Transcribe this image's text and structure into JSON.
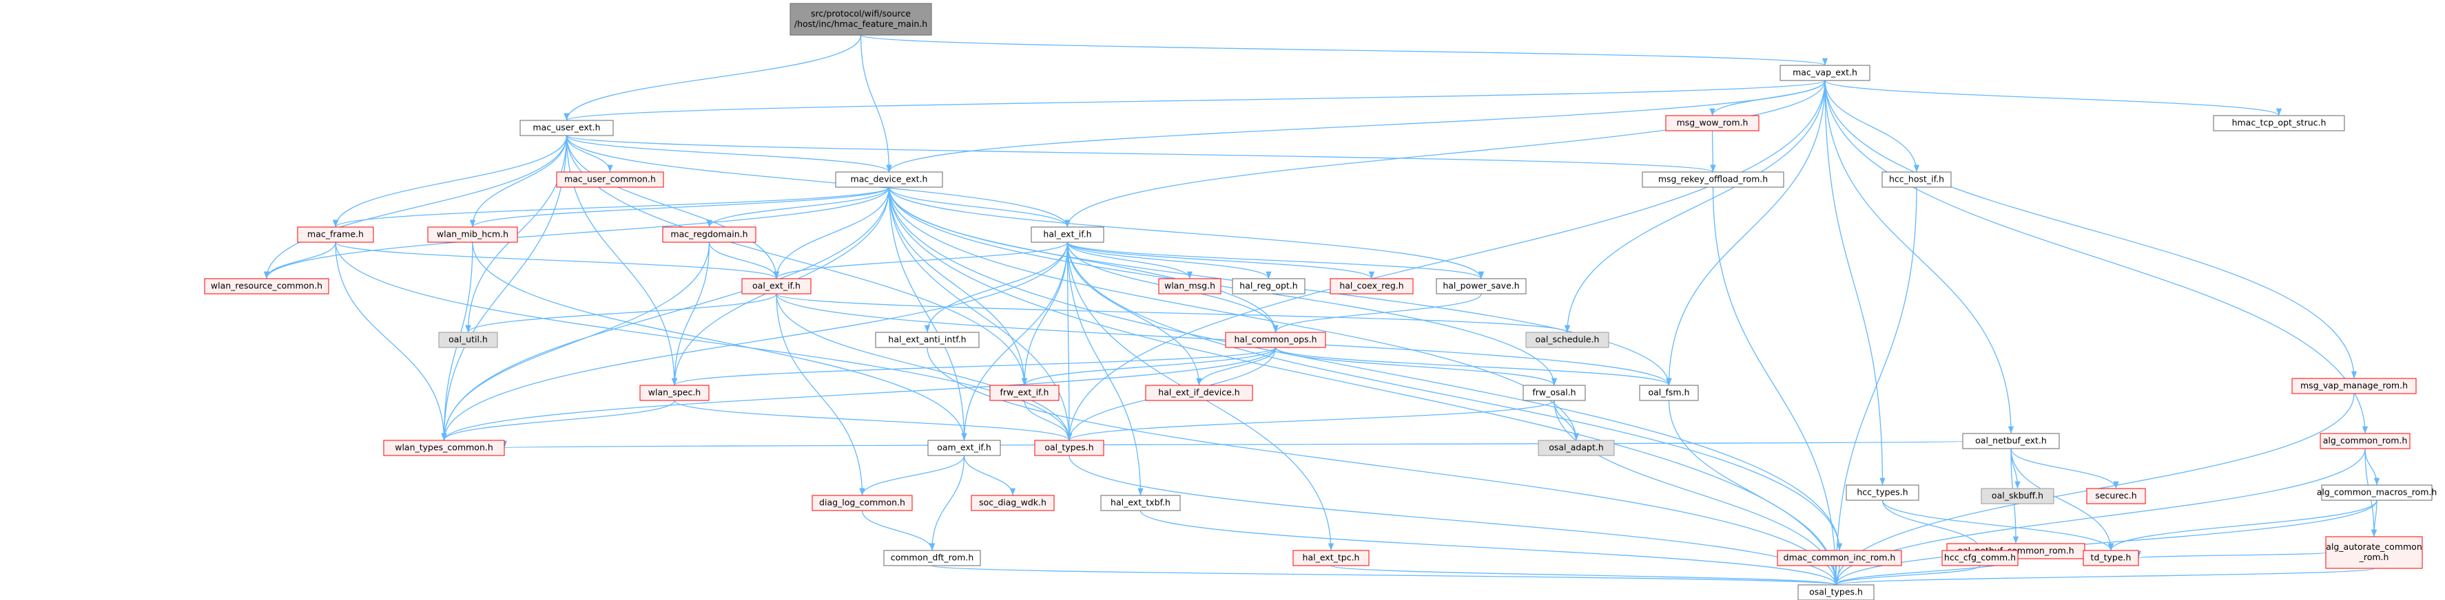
{
  "colors": {
    "edge": "#63b8ff",
    "root_fill": "#999999",
    "plain_border": "#666666",
    "truncated_border": "#ff0000",
    "truncated_fill": "#fff0f0",
    "external_fill": "#e0e0e0",
    "external_border": "#999999"
  },
  "nodes": [
    {
      "id": "root",
      "label": [
        "src/protocol/wifi/source",
        "/host/inc/hmac_feature_main.h"
      ],
      "style": "root"
    },
    {
      "id": "mac_vap_ext",
      "label": [
        "mac_vap_ext.h"
      ],
      "style": "plain"
    },
    {
      "id": "mac_user_ext",
      "label": [
        "mac_user_ext.h"
      ],
      "style": "plain"
    },
    {
      "id": "msg_wow_rom",
      "label": [
        "msg_wow_rom.h"
      ],
      "style": "red"
    },
    {
      "id": "hmac_tcp_opt",
      "label": [
        "hmac_tcp_opt_struc.h"
      ],
      "style": "plain"
    },
    {
      "id": "mac_device_ext",
      "label": [
        "mac_device_ext.h"
      ],
      "style": "plain"
    },
    {
      "id": "mac_user_common",
      "label": [
        "mac_user_common.h"
      ],
      "style": "red"
    },
    {
      "id": "msg_rekey",
      "label": [
        "msg_rekey_offload_rom.h"
      ],
      "style": "plain"
    },
    {
      "id": "hcc_host_if",
      "label": [
        "hcc_host_if.h"
      ],
      "style": "plain"
    },
    {
      "id": "mac_frame",
      "label": [
        "mac_frame.h"
      ],
      "style": "red"
    },
    {
      "id": "wlan_mib_hcm",
      "label": [
        "wlan_mib_hcm.h"
      ],
      "style": "red"
    },
    {
      "id": "mac_regdomain",
      "label": [
        "mac_regdomain.h"
      ],
      "style": "red"
    },
    {
      "id": "hal_ext_if",
      "label": [
        "hal_ext_if.h"
      ],
      "style": "plain"
    },
    {
      "id": "wlan_resource",
      "label": [
        "wlan_resource_common.h"
      ],
      "style": "red"
    },
    {
      "id": "oal_ext_if",
      "label": [
        "oal_ext_if.h"
      ],
      "style": "red"
    },
    {
      "id": "wlan_msg",
      "label": [
        "wlan_msg.h"
      ],
      "style": "red"
    },
    {
      "id": "hal_reg_opt",
      "label": [
        "hal_reg_opt.h"
      ],
      "style": "plain"
    },
    {
      "id": "hal_coex_reg",
      "label": [
        "hal_coex_reg.h"
      ],
      "style": "red"
    },
    {
      "id": "hal_power_save",
      "label": [
        "hal_power_save.h"
      ],
      "style": "plain"
    },
    {
      "id": "oal_util",
      "label": [
        "oal_util.h"
      ],
      "style": "gray"
    },
    {
      "id": "hal_ext_anti",
      "label": [
        "hal_ext_anti_intf.h"
      ],
      "style": "plain"
    },
    {
      "id": "oal_schedule",
      "label": [
        "oal_schedule.h"
      ],
      "style": "gray"
    },
    {
      "id": "hal_common_ops",
      "label": [
        "hal_common_ops.h"
      ],
      "style": "red"
    },
    {
      "id": "wlan_spec",
      "label": [
        "wlan_spec.h"
      ],
      "style": "red"
    },
    {
      "id": "frw_ext_if",
      "label": [
        "frw_ext_if.h"
      ],
      "style": "red"
    },
    {
      "id": "hal_ext_if_device",
      "label": [
        "hal_ext_if_device.h"
      ],
      "style": "red"
    },
    {
      "id": "frw_osal",
      "label": [
        "frw_osal.h"
      ],
      "style": "plain"
    },
    {
      "id": "oal_fsm",
      "label": [
        "oal_fsm.h"
      ],
      "style": "plain"
    },
    {
      "id": "wlan_types_common",
      "label": [
        "wlan_types_common.h"
      ],
      "style": "red"
    },
    {
      "id": "oam_ext_if",
      "label": [
        "oam_ext_if.h"
      ],
      "style": "plain"
    },
    {
      "id": "oal_types",
      "label": [
        "oal_types.h"
      ],
      "style": "red"
    },
    {
      "id": "osal_adapt",
      "label": [
        "osal_adapt.h"
      ],
      "style": "gray"
    },
    {
      "id": "diag_log_common",
      "label": [
        "diag_log_common.h"
      ],
      "style": "red"
    },
    {
      "id": "soc_diag_wdk",
      "label": [
        "soc_diag_wdk.h"
      ],
      "style": "red"
    },
    {
      "id": "hal_ext_txbf",
      "label": [
        "hal_ext_txbf.h"
      ],
      "style": "plain"
    },
    {
      "id": "common_dft_rom",
      "label": [
        "common_dft_rom.h"
      ],
      "style": "plain"
    },
    {
      "id": "hal_ext_tpc",
      "label": [
        "hal_ext_tpc.h"
      ],
      "style": "red"
    },
    {
      "id": "dmac_common_inc",
      "label": [
        "dmac_common_inc_rom.h"
      ],
      "style": "red"
    },
    {
      "id": "osal_types",
      "label": [
        "osal_types.h"
      ],
      "style": "plain"
    },
    {
      "id": "oal_netbuf_ext",
      "label": [
        "oal_netbuf_ext.h"
      ],
      "style": "plain"
    },
    {
      "id": "oal_skbuff",
      "label": [
        "oal_skbuff.h"
      ],
      "style": "gray"
    },
    {
      "id": "securec",
      "label": [
        "securec.h"
      ],
      "style": "red"
    },
    {
      "id": "oal_netbuf_common",
      "label": [
        "oal_netbuf_common_rom.h"
      ],
      "style": "red"
    },
    {
      "id": "hcc_types",
      "label": [
        "hcc_types.h"
      ],
      "style": "plain"
    },
    {
      "id": "hcc_cfg_comm",
      "label": [
        "hcc_cfg_comm.h"
      ],
      "style": "red"
    },
    {
      "id": "td_type",
      "label": [
        "td_type.h"
      ],
      "style": "red"
    },
    {
      "id": "alg_common_rom",
      "label": [
        "alg_common_rom.h"
      ],
      "style": "red"
    },
    {
      "id": "alg_common_macros",
      "label": [
        "alg_common_macros_rom.h"
      ],
      "style": "plain"
    },
    {
      "id": "alg_autorate",
      "label": [
        "alg_autorate_common",
        "_rom.h"
      ],
      "style": "red"
    },
    {
      "id": "msg_vap_manage",
      "label": [
        "msg_vap_manage_rom.h"
      ],
      "style": "red"
    }
  ],
  "edges": [
    [
      "root",
      "mac_vap_ext"
    ],
    [
      "root",
      "mac_user_ext"
    ],
    [
      "root",
      "mac_device_ext"
    ],
    [
      "mac_vap_ext",
      "mac_user_ext"
    ],
    [
      "mac_vap_ext",
      "msg_wow_rom"
    ],
    [
      "mac_vap_ext",
      "hmac_tcp_opt"
    ],
    [
      "mac_vap_ext",
      "mac_device_ext"
    ],
    [
      "mac_vap_ext",
      "hcc_host_if"
    ],
    [
      "mac_vap_ext",
      "hal_ext_if"
    ],
    [
      "mac_vap_ext",
      "oal_schedule"
    ],
    [
      "mac_vap_ext",
      "oal_fsm"
    ],
    [
      "mac_vap_ext",
      "oal_types"
    ],
    [
      "mac_vap_ext",
      "oal_netbuf_ext"
    ],
    [
      "mac_vap_ext",
      "hcc_types"
    ],
    [
      "mac_vap_ext",
      "alg_common_rom"
    ],
    [
      "mac_vap_ext",
      "msg_vap_manage"
    ],
    [
      "msg_wow_rom",
      "msg_rekey"
    ],
    [
      "mac_user_ext",
      "mac_device_ext"
    ],
    [
      "mac_user_ext",
      "mac_user_common"
    ],
    [
      "mac_user_ext",
      "msg_rekey"
    ],
    [
      "mac_user_ext",
      "mac_frame"
    ],
    [
      "mac_user_ext",
      "wlan_mib_hcm"
    ],
    [
      "mac_user_ext",
      "hal_ext_if"
    ],
    [
      "mac_user_ext",
      "wlan_resource"
    ],
    [
      "mac_user_ext",
      "oal_ext_if"
    ],
    [
      "mac_user_ext",
      "oal_util"
    ],
    [
      "mac_user_ext",
      "wlan_spec"
    ],
    [
      "mac_user_ext",
      "frw_ext_if"
    ],
    [
      "mac_user_ext",
      "wlan_types_common"
    ],
    [
      "mac_device_ext",
      "mac_frame"
    ],
    [
      "mac_device_ext",
      "wlan_mib_hcm"
    ],
    [
      "mac_device_ext",
      "mac_regdomain"
    ],
    [
      "mac_device_ext",
      "hal_ext_if"
    ],
    [
      "mac_device_ext",
      "wlan_resource"
    ],
    [
      "mac_device_ext",
      "oal_ext_if"
    ],
    [
      "mac_device_ext",
      "wlan_spec"
    ],
    [
      "mac_device_ext",
      "frw_ext_if"
    ],
    [
      "mac_device_ext",
      "wlan_types_common"
    ],
    [
      "mac_device_ext",
      "oam_ext_if"
    ],
    [
      "mac_device_ext",
      "oal_types"
    ],
    [
      "mac_device_ext",
      "frw_osal"
    ],
    [
      "mac_device_ext",
      "osal_adapt"
    ],
    [
      "mac_device_ext",
      "hal_common_ops"
    ],
    [
      "mac_device_ext",
      "osal_types"
    ],
    [
      "mac_device_ext",
      "oal_fsm"
    ],
    [
      "mac_device_ext",
      "hal_power_save"
    ],
    [
      "mac_device_ext",
      "dmac_common_inc"
    ],
    [
      "msg_rekey",
      "osal_types"
    ],
    [
      "hcc_host_if",
      "osal_types"
    ],
    [
      "mac_frame",
      "wlan_resource"
    ],
    [
      "mac_frame",
      "oal_ext_if"
    ],
    [
      "mac_frame",
      "wlan_types_common"
    ],
    [
      "mac_frame",
      "oal_types"
    ],
    [
      "wlan_mib_hcm",
      "wlan_types_common"
    ],
    [
      "wlan_mib_hcm",
      "oam_ext_if"
    ],
    [
      "mac_regdomain",
      "oal_ext_if"
    ],
    [
      "mac_regdomain",
      "wlan_spec"
    ],
    [
      "mac_regdomain",
      "wlan_types_common"
    ],
    [
      "hal_ext_if",
      "oal_ext_if"
    ],
    [
      "hal_ext_if",
      "wlan_msg"
    ],
    [
      "hal_ext_if",
      "hal_reg_opt"
    ],
    [
      "hal_ext_if",
      "hal_coex_reg"
    ],
    [
      "hal_ext_if",
      "hal_power_save"
    ],
    [
      "hal_ext_if",
      "hal_ext_anti"
    ],
    [
      "hal_ext_if",
      "hal_common_ops"
    ],
    [
      "hal_ext_if",
      "frw_ext_if"
    ],
    [
      "hal_ext_if",
      "hal_ext_if_device"
    ],
    [
      "hal_ext_if",
      "oam_ext_if"
    ],
    [
      "hal_ext_if",
      "hal_ext_txbf"
    ],
    [
      "hal_ext_if",
      "hal_ext_tpc"
    ],
    [
      "hal_ext_if",
      "dmac_common_inc"
    ],
    [
      "hal_ext_if",
      "wlan_types_common"
    ],
    [
      "hal_ext_if",
      "oal_types"
    ],
    [
      "oal_ext_if",
      "oal_util"
    ],
    [
      "oal_ext_if",
      "oal_schedule"
    ],
    [
      "oal_ext_if",
      "oal_fsm"
    ],
    [
      "oal_ext_if",
      "diag_log_common"
    ],
    [
      "oal_ext_if",
      "oal_types"
    ],
    [
      "hal_power_save",
      "hal_common_ops"
    ],
    [
      "hal_ext_anti",
      "osal_types"
    ],
    [
      "hal_common_ops",
      "wlan_spec"
    ],
    [
      "hal_common_ops",
      "frw_ext_if"
    ],
    [
      "hal_common_ops",
      "hal_ext_if_device"
    ],
    [
      "hal_common_ops",
      "frw_osal"
    ],
    [
      "hal_common_ops",
      "oal_fsm"
    ],
    [
      "hal_common_ops",
      "wlan_types_common"
    ],
    [
      "hal_common_ops",
      "oal_types"
    ],
    [
      "wlan_spec",
      "wlan_types_common"
    ],
    [
      "wlan_spec",
      "oal_types"
    ],
    [
      "frw_ext_if",
      "oal_types"
    ],
    [
      "frw_osal",
      "oal_types"
    ],
    [
      "frw_osal",
      "osal_adapt"
    ],
    [
      "frw_osal",
      "osal_types"
    ],
    [
      "oal_fsm",
      "osal_types"
    ],
    [
      "oam_ext_if",
      "diag_log_common"
    ],
    [
      "oam_ext_if",
      "soc_diag_wdk"
    ],
    [
      "oam_ext_if",
      "common_dft_rom"
    ],
    [
      "oal_types",
      "osal_types"
    ],
    [
      "diag_log_common",
      "common_dft_rom"
    ],
    [
      "common_dft_rom",
      "osal_types"
    ],
    [
      "hal_ext_txbf",
      "osal_types"
    ],
    [
      "hal_ext_tpc",
      "osal_types"
    ],
    [
      "dmac_common_inc",
      "osal_types"
    ],
    [
      "oal_netbuf_ext",
      "oal_skbuff"
    ],
    [
      "oal_netbuf_ext",
      "securec"
    ],
    [
      "oal_netbuf_ext",
      "oal_netbuf_common"
    ],
    [
      "oal_netbuf_ext",
      "td_type"
    ],
    [
      "oal_netbuf_ext",
      "wlan_types_common"
    ],
    [
      "oal_netbuf_common",
      "osal_types"
    ],
    [
      "hcc_types",
      "hcc_cfg_comm"
    ],
    [
      "hcc_types",
      "td_type"
    ],
    [
      "hcc_cfg_comm",
      "osal_types"
    ],
    [
      "alg_common_rom",
      "alg_common_macros"
    ],
    [
      "alg_common_rom",
      "alg_autorate"
    ],
    [
      "alg_common_rom",
      "osal_types"
    ],
    [
      "alg_common_macros",
      "td_type"
    ],
    [
      "alg_common_macros",
      "alg_autorate"
    ],
    [
      "alg_common_macros",
      "osal_types"
    ],
    [
      "alg_autorate",
      "td_type"
    ],
    [
      "alg_autorate",
      "osal_types"
    ],
    [
      "msg_vap_manage",
      "osal_types"
    ]
  ]
}
